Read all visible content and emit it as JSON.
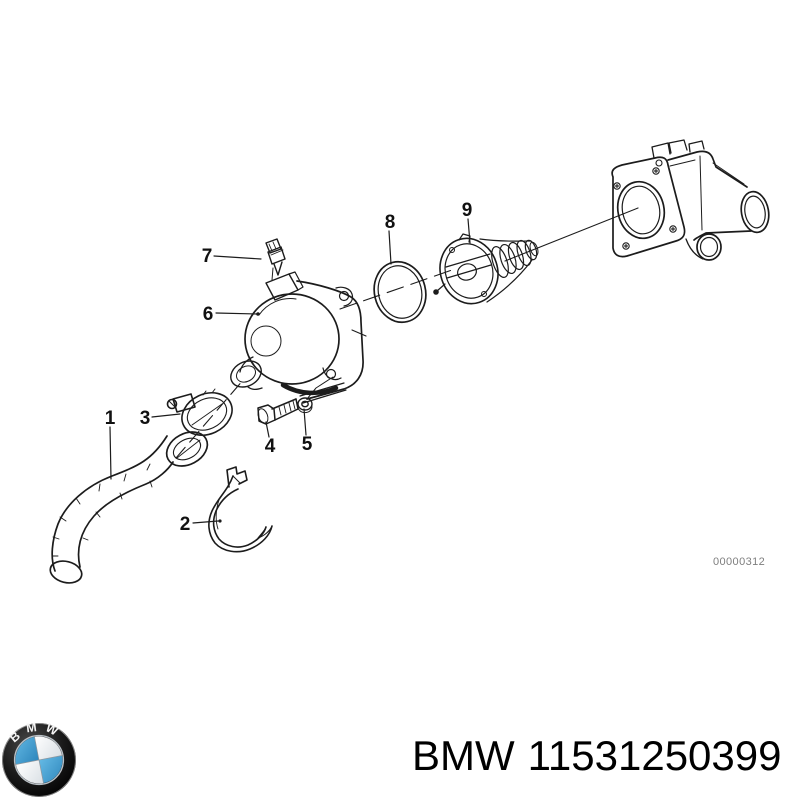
{
  "diagram": {
    "watermark": "00000312",
    "callouts": [
      {
        "id": "callout-1",
        "label": "1"
      },
      {
        "id": "callout-2",
        "label": "2"
      },
      {
        "id": "callout-3",
        "label": "3"
      },
      {
        "id": "callout-4",
        "label": "4"
      },
      {
        "id": "callout-5",
        "label": "5"
      },
      {
        "id": "callout-6",
        "label": "6"
      },
      {
        "id": "callout-7",
        "label": "7"
      },
      {
        "id": "callout-8",
        "label": "8"
      },
      {
        "id": "callout-9",
        "label": "9"
      }
    ]
  },
  "footer": {
    "brand": "BMW",
    "part_number": "11531250399",
    "logo_text": "BMW"
  },
  "colors": {
    "line": "#1c1c1c",
    "watermark_gray": "#7e7e7e",
    "text_black": "#000000",
    "logo_blue": "#3d9bd2",
    "logo_black": "#0d0d0d"
  }
}
